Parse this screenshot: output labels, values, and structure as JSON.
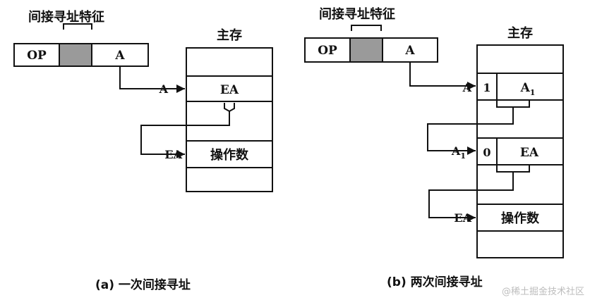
{
  "diagram_a": {
    "feature_label": "间接寻址特征",
    "instr_op": "OP",
    "instr_addr": "A",
    "memory_title": "主存",
    "row1": "EA",
    "row2": "操作数",
    "label_a": "A",
    "label_ea": "EA",
    "caption": "(a) 一次间接寻址"
  },
  "diagram_b": {
    "feature_label": "间接寻址特征",
    "instr_op": "OP",
    "instr_addr": "A",
    "memory_title": "主存",
    "row1_flag": "1",
    "row1_value": "A",
    "row1_sub": "1",
    "row2_flag": "0",
    "row2_value": "EA",
    "row3": "操作数",
    "label_a": "A",
    "label_a1": "A",
    "label_a1_sub": "1",
    "label_ea": "EA",
    "caption": "(b) 两次间接寻址"
  },
  "watermark": "@稀土掘金技术社区",
  "colors": {
    "ink": "#111111",
    "flag_fill": "#9a9a9a"
  }
}
